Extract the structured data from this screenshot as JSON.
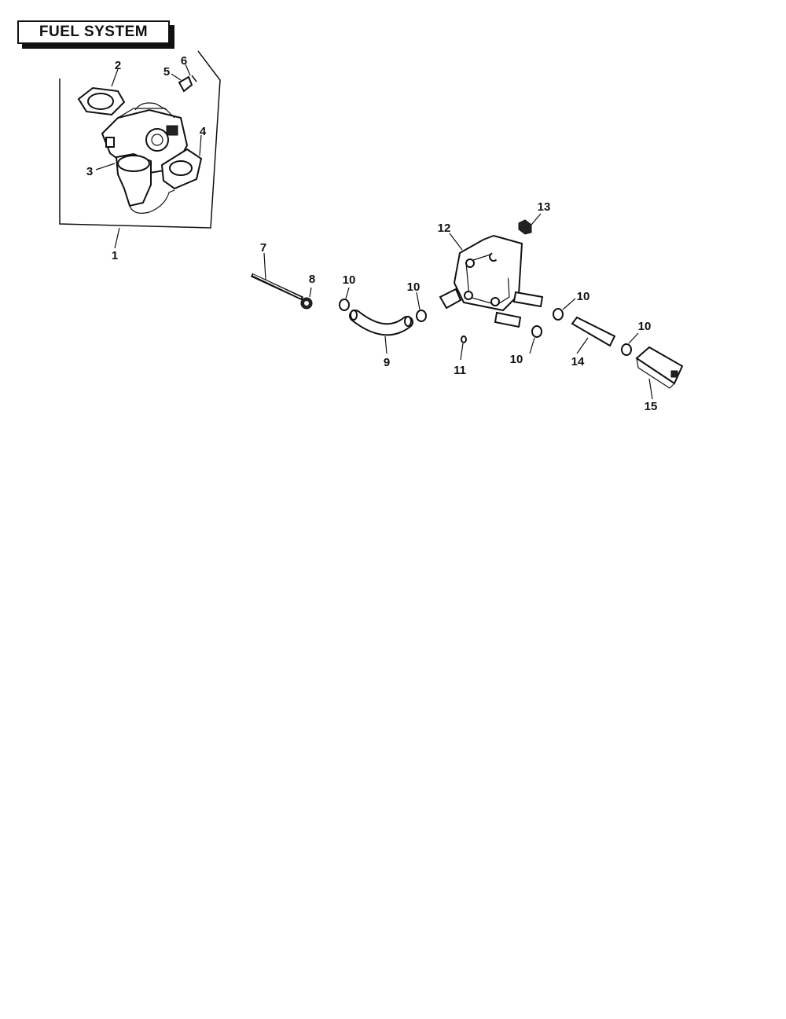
{
  "title": "FUEL SYSTEM",
  "callouts": {
    "c1": "1",
    "c2": "2",
    "c3": "3",
    "c4": "4",
    "c5": "5",
    "c6": "6",
    "c7": "7",
    "c8": "8",
    "c9": "9",
    "c10a": "10",
    "c10b": "10",
    "c10c": "10",
    "c10d": "10",
    "c10e": "10",
    "c11": "11",
    "c12": "12",
    "c13": "13",
    "c14": "14",
    "c15": "15"
  }
}
